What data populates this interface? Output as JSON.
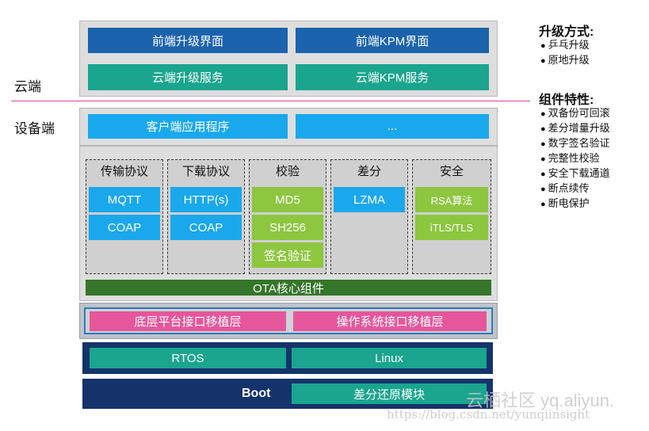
{
  "cloud": {
    "label": "云端",
    "row1": [
      "前端升级界面",
      "前端KPM界面"
    ],
    "row2": [
      "云端升级服务",
      "云端KPM服务"
    ]
  },
  "device": {
    "label": "设备端",
    "app_row": [
      "客户端应用程序",
      "..."
    ],
    "groups": [
      {
        "title": "传输协议",
        "items": [
          "MQTT",
          "COAP"
        ]
      },
      {
        "title": "下载协议",
        "items": [
          "HTTP(s)",
          "COAP"
        ]
      },
      {
        "title": "校验",
        "items": [
          "MD5",
          "SH256",
          "签名验证"
        ]
      },
      {
        "title": "差分",
        "items": [
          "LZMA"
        ]
      },
      {
        "title": "安全",
        "items": [
          "RSA算法",
          "iTLS/TLS"
        ]
      }
    ],
    "core": "OTA核心组件",
    "porting": [
      "底层平台接口移植层",
      "操作系统接口移植层"
    ],
    "os": [
      "RTOS",
      "Linux"
    ],
    "boot": {
      "label": "Boot",
      "module": "差分还原模块"
    }
  },
  "upgrade_methods": {
    "title": "升级方式:",
    "items": [
      "乒乓升级",
      "原地升级"
    ]
  },
  "component_features": {
    "title": "组件特性:",
    "items": [
      "双备份可回滚",
      "差分增量升级",
      "数字签名验证",
      "完整性校验",
      "安全下载通道",
      "断点续传",
      "断电保护"
    ]
  },
  "watermark": {
    "site": "云栖社区 yq.aliyun.",
    "url": "https://blog.csdn.net/yunqiinsight"
  },
  "colors": {
    "dark_blue": "#1b63ad",
    "teal": "#1aa58e",
    "light_blue": "#1aa8ec",
    "green": "#8dc63f",
    "pink": "#e6569a",
    "dark_green": "#35762a",
    "navy": "#15336b",
    "divider": "#d9459a"
  }
}
